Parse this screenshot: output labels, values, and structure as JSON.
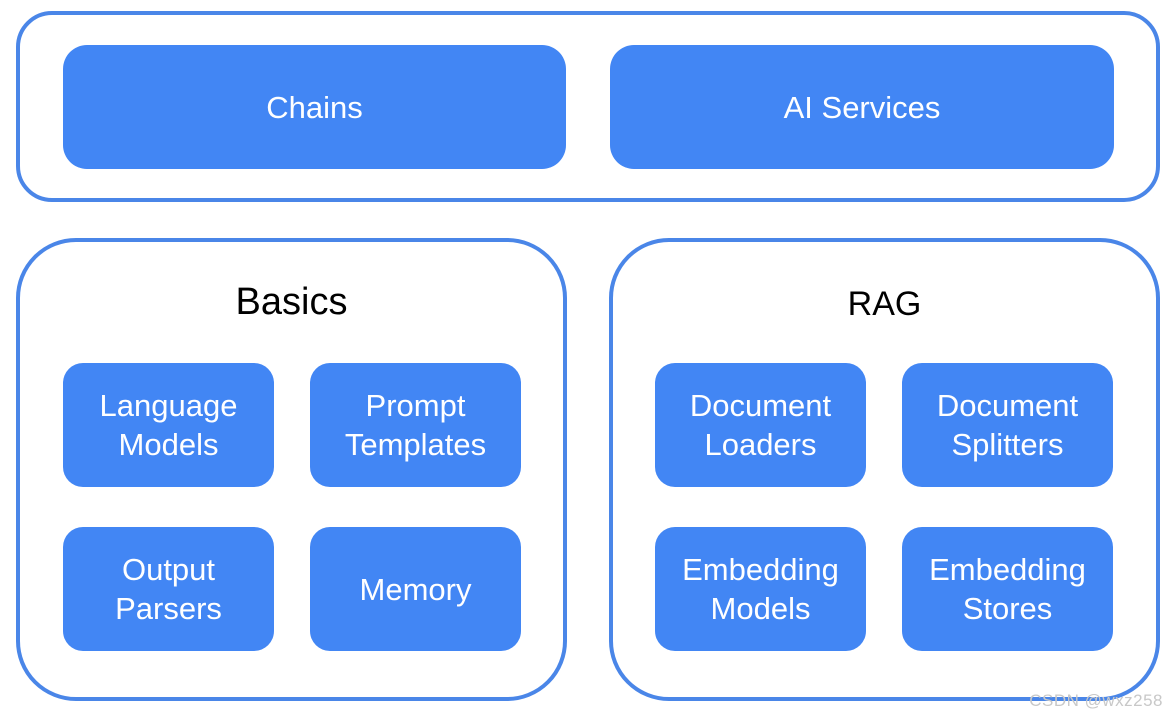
{
  "top_group": {
    "blocks": [
      "Chains",
      "AI Services"
    ]
  },
  "basics_group": {
    "title": "Basics",
    "blocks": [
      "Language\nModels",
      "Prompt\nTemplates",
      "Output\nParsers",
      "Memory"
    ]
  },
  "rag_group": {
    "title": "RAG",
    "blocks": [
      "Document\nLoaders",
      "Document\nSplitters",
      "Embedding\nModels",
      "Embedding\nStores"
    ]
  },
  "watermark": "CSDN @wxz258",
  "colors": {
    "block_fill": "#4286f4",
    "group_border": "#4a86e8",
    "block_text": "#ffffff",
    "title_text": "#000000"
  }
}
